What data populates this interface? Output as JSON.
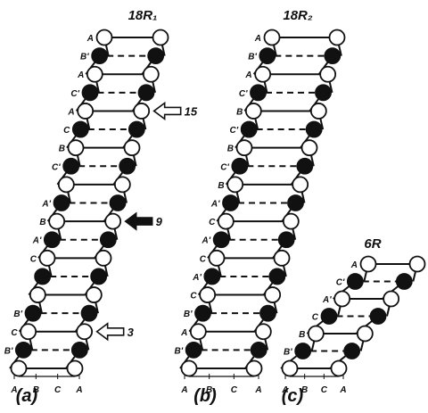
{
  "diagrams": [
    {
      "title": "18R₁",
      "caption": "(a)",
      "base_labels": [
        "A",
        "B",
        "C",
        "A"
      ],
      "rows": [
        {
          "label": "A",
          "left": "open",
          "right": "open"
        },
        {
          "label": "B'",
          "left": "filled",
          "right": "filled"
        },
        {
          "label": "A",
          "left": "open",
          "right": "open"
        },
        {
          "label": "C'",
          "left": "filled",
          "right": "filled"
        },
        {
          "label": "A",
          "left": "open",
          "right": "open"
        },
        {
          "label": "C",
          "left": "filled",
          "right": "filled"
        },
        {
          "label": "B",
          "left": "open",
          "right": "open"
        },
        {
          "label": "C'",
          "left": "filled",
          "right": "filled"
        },
        {
          "label": "",
          "left": "open",
          "right": "open"
        },
        {
          "label": "A'",
          "left": "filled",
          "right": "filled"
        },
        {
          "label": "B",
          "left": "open",
          "right": "open"
        },
        {
          "label": "A'",
          "left": "filled",
          "right": "filled"
        },
        {
          "label": "C",
          "left": "open",
          "right": "open"
        },
        {
          "label": "",
          "left": "filled",
          "right": "filled"
        },
        {
          "label": "",
          "left": "open",
          "right": "open"
        },
        {
          "label": "B'",
          "left": "filled",
          "right": "filled"
        },
        {
          "label": "C",
          "left": "open",
          "right": "open"
        },
        {
          "label": "B'",
          "left": "filled",
          "right": "filled"
        },
        {
          "label": "",
          "left": "open",
          "right": "open"
        }
      ],
      "arrows": [
        {
          "row": 4,
          "label": "15"
        },
        {
          "row": 10,
          "label": "9"
        },
        {
          "row": 16,
          "label": "3"
        }
      ]
    },
    {
      "title": "18R₂",
      "caption": "(b)",
      "base_labels": [
        "A",
        "B",
        "C",
        "A"
      ],
      "rows": [
        {
          "label": "A",
          "left": "open",
          "right": "open"
        },
        {
          "label": "B'",
          "left": "filled",
          "right": "filled"
        },
        {
          "label": "A",
          "left": "open",
          "right": "open"
        },
        {
          "label": "C'",
          "left": "filled",
          "right": "filled"
        },
        {
          "label": "B",
          "left": "open",
          "right": "open"
        },
        {
          "label": "C'",
          "left": "filled",
          "right": "filled"
        },
        {
          "label": "B",
          "left": "open",
          "right": "open"
        },
        {
          "label": "C'",
          "left": "filled",
          "right": "filled"
        },
        {
          "label": "B",
          "left": "open",
          "right": "open"
        },
        {
          "label": "A'",
          "left": "filled",
          "right": "filled"
        },
        {
          "label": "C",
          "left": "open",
          "right": "open"
        },
        {
          "label": "A'",
          "left": "filled",
          "right": "filled"
        },
        {
          "label": "C",
          "left": "open",
          "right": "open"
        },
        {
          "label": "A'",
          "left": "filled",
          "right": "filled"
        },
        {
          "label": "C",
          "left": "open",
          "right": "open"
        },
        {
          "label": "B'",
          "left": "filled",
          "right": "filled"
        },
        {
          "label": "A",
          "left": "open",
          "right": "open"
        },
        {
          "label": "B'",
          "left": "filled",
          "right": "filled"
        },
        {
          "label": "",
          "left": "open",
          "right": "open"
        }
      ]
    },
    {
      "title": "6R",
      "caption": "(c)",
      "base_labels": [
        "A",
        "B",
        "C",
        "A"
      ],
      "rows": [
        {
          "label": "A",
          "left": "open",
          "right": "open"
        },
        {
          "label": "C'",
          "left": "filled",
          "right": "filled"
        },
        {
          "label": "A'",
          "left": "open",
          "right": "open"
        },
        {
          "label": "C",
          "left": "filled",
          "right": "filled"
        },
        {
          "label": "B",
          "left": "open",
          "right": "open"
        },
        {
          "label": "B'",
          "left": "filled",
          "right": "filled"
        },
        {
          "label": "",
          "left": "open",
          "right": "open"
        }
      ]
    }
  ]
}
